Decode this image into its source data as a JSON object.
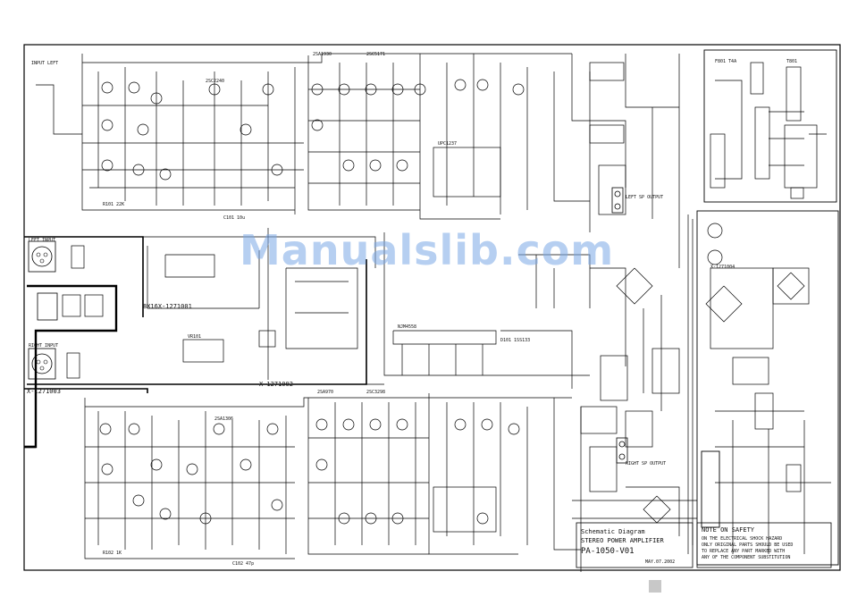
{
  "sheet": {
    "watermark": "Manualslib.com",
    "input_left": "INPUT LEFT",
    "left_input": "LEFT INPUT",
    "right_input": "RIGHT INPUT",
    "left_sp_output": "LEFT SP OUTPUT",
    "right_sp_output": "RIGHT SP OUTPUT",
    "board_1": "8X16X-1271001",
    "board_2": "X-1271002",
    "board_3": "X-1271003",
    "board_4": "X-1271004"
  },
  "title_block": {
    "line1": "Schematic Diagram",
    "line2": "STEREO POWER AMPLIFIER",
    "line3": "PA-1050-V01",
    "date": "MAY.07.2002"
  },
  "safety_note": {
    "title": "NOTE ON SAFETY",
    "lines": [
      "ON THE ELECTRICAL SHOCK HAZARD",
      "ONLY ORIGINAL PARTS SHOULD BE USED",
      "TO REPLACE ANY PART MARKED WITH",
      "ANY OF THE COMPONENT SUBSTITUTION"
    ]
  },
  "components": {
    "q1": "2SA1930",
    "q2": "2SC5171",
    "q3": "2SC2240",
    "q4": "2SA970",
    "q5": "2SC3298",
    "q6": "2SA1306",
    "ic1": "NJM4558",
    "ic2": "UPC1237",
    "r1": "R101 22K",
    "r2": "R102 1K",
    "c1": "C101 10u",
    "c2": "C102 47p",
    "vr1": "VR101",
    "d1": "D101 1SS133",
    "f1": "F801 T4A",
    "t1": "T801"
  }
}
